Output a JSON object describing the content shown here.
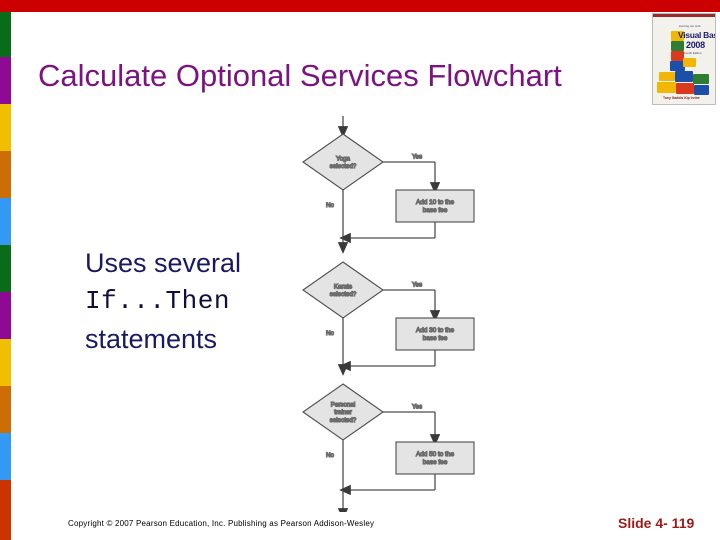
{
  "slide": {
    "title": "Calculate Optional Services Flowchart",
    "title_color": "#7b1480",
    "top_bar_color": "#cc0000",
    "background_color": "#ffffff"
  },
  "body": {
    "line1": "Uses several",
    "code": "If...Then",
    "line3": "statements",
    "text_color": "#1a1a63"
  },
  "strip": {
    "blocks": [
      {
        "name": "green",
        "color": "#0a6b18",
        "height": 45
      },
      {
        "name": "purple",
        "color": "#8e0a94",
        "height": 47
      },
      {
        "name": "yellow",
        "color": "#f0c000",
        "height": 47
      },
      {
        "name": "orange",
        "color": "#cc6d05",
        "height": 47
      },
      {
        "name": "blue",
        "color": "#3399f3",
        "height": 47
      },
      {
        "name": "green",
        "color": "#0a6b18",
        "height": 47
      },
      {
        "name": "purple",
        "color": "#8e0a94",
        "height": 47
      },
      {
        "name": "yellow",
        "color": "#f0c000",
        "height": 47
      },
      {
        "name": "orange",
        "color": "#cc6d05",
        "height": 47
      },
      {
        "name": "blue",
        "color": "#3399f3",
        "height": 47
      },
      {
        "name": "red",
        "color": "#cc3300",
        "height": 60
      }
    ]
  },
  "book_cover": {
    "subtitle": "starting out with",
    "title": "Visual Basic",
    "year": "2008",
    "edition": "Fourth Edition",
    "authors": "Tony Gaddis     Kip Irvine",
    "accent_color": "#1d1d6e"
  },
  "flowchart": {
    "type": "flowchart",
    "fill_color": "#e4e4e4",
    "line_color": "#4d4d4d",
    "text_color": "#3a3a3a",
    "nodes": [
      {
        "id": "d1",
        "shape": "diamond",
        "text": "Yoga selected?"
      },
      {
        "id": "p1",
        "shape": "process",
        "text": "Add 10 to the base fee"
      },
      {
        "id": "d2",
        "shape": "diamond",
        "text": "Karate selected?"
      },
      {
        "id": "p2",
        "shape": "process",
        "text": "Add 30 to the base fee"
      },
      {
        "id": "d3",
        "shape": "diamond",
        "text": "Personal trainer selected?"
      },
      {
        "id": "p3",
        "shape": "process",
        "text": "Add 50 to the base fee"
      }
    ],
    "edge_labels": {
      "yes": "Yes",
      "no": "No"
    }
  },
  "footer": {
    "copyright": "Copyright © 2007 Pearson Education, Inc. Publishing as Pearson Addison-Wesley",
    "slide_number": "Slide 4- 119",
    "slide_number_color": "#9b1b1b"
  }
}
